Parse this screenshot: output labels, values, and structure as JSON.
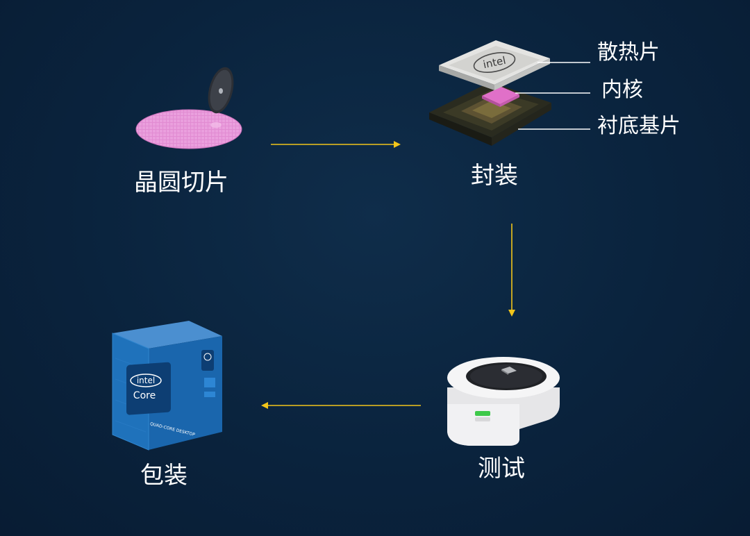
{
  "steps": {
    "wafer_cutting": "晶圆切片",
    "packaging": "封装",
    "testing": "测试",
    "boxing": "包装"
  },
  "parts": {
    "heat_spreader": "散热片",
    "core": "内核",
    "substrate": "衬底基片"
  },
  "brand": {
    "chip_logo": "intel",
    "box_logo": "intel",
    "box_product": "Core",
    "box_tagline": "QUAD-CORE DESKTOP"
  },
  "colors": {
    "background": "#0a233d",
    "arrow": "#f2c51a",
    "leader_line": "#ffffff",
    "wafer": "#e08ad0",
    "core_die": "#e070c8",
    "box": "#1d6fb8",
    "tester": "#e9e9ea",
    "led": "#3ec94a"
  }
}
